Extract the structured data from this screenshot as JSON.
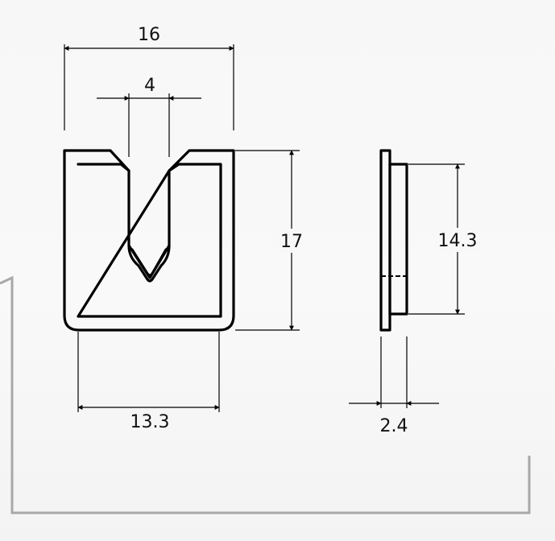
{
  "front_view": {
    "overall_width": "16",
    "slot_width": "4",
    "overall_height": "17",
    "inner_width": "13.3"
  },
  "side_view": {
    "inner_height": "14.3",
    "thickness": "2.4"
  }
}
